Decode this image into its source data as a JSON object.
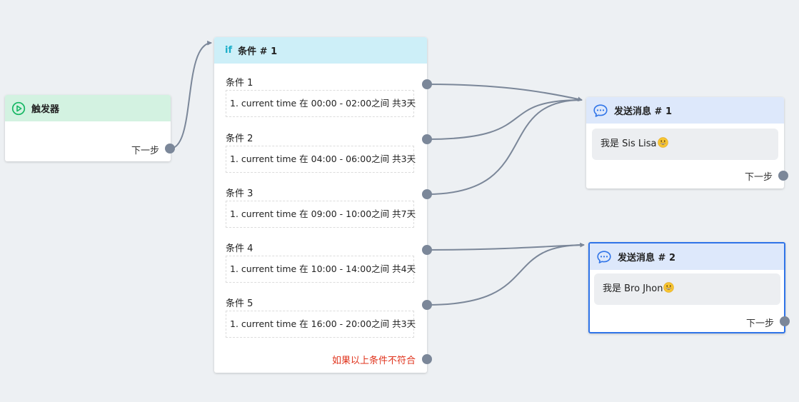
{
  "colors": {
    "canvas_bg": "#edf0f3",
    "edge": "#7b8799",
    "trigger_header": "#d3f2e1",
    "trigger_icon": "#16b764",
    "condition_header": "#cdeff8",
    "if_text": "#1aaec9",
    "message_header": "#dde8fb",
    "message_icon": "#2f74e8",
    "selected_border": "#2f74e8",
    "fallback_text": "#e0331c"
  },
  "trigger": {
    "icon": "play-circle-icon",
    "title": "触发器",
    "next_label": "下一步"
  },
  "condition": {
    "if_label": "if",
    "title": "条件 # 1",
    "branches": [
      {
        "label": "条件 1",
        "rule": "1. current time 在 00:00 - 02:00之间 共3天"
      },
      {
        "label": "条件 2",
        "rule": "1. current time 在 04:00 - 06:00之间 共3天"
      },
      {
        "label": "条件 3",
        "rule": "1. current time 在 09:00 - 10:00之间 共7天"
      },
      {
        "label": "条件 4",
        "rule": "1. current time 在 10:00 - 14:00之间 共4天"
      },
      {
        "label": "条件 5",
        "rule": "1. current time 在 16:00 - 20:00之间 共3天"
      }
    ],
    "fallback_label": "如果以上条件不符合"
  },
  "messages": [
    {
      "icon": "chat-bubble-icon",
      "title": "发送消息 # 1",
      "text": "我是 Sis Lisa",
      "emoji": "grinning-face-emoji",
      "next_label": "下一步",
      "selected": false
    },
    {
      "icon": "chat-bubble-icon",
      "title": "发送消息 # 2",
      "text": "我是 Bro Jhon",
      "emoji": "grinning-face-emoji",
      "next_label": "下一步",
      "selected": true
    }
  ],
  "edges": [
    {
      "from": "trigger.next",
      "to": "condition.input"
    },
    {
      "from": "condition.branch_1",
      "to": "messages.0.input"
    },
    {
      "from": "condition.branch_2",
      "to": "messages.0.input"
    },
    {
      "from": "condition.branch_3",
      "to": "messages.0.input"
    },
    {
      "from": "condition.branch_4",
      "to": "messages.1.input"
    },
    {
      "from": "condition.branch_5",
      "to": "messages.1.input"
    }
  ]
}
